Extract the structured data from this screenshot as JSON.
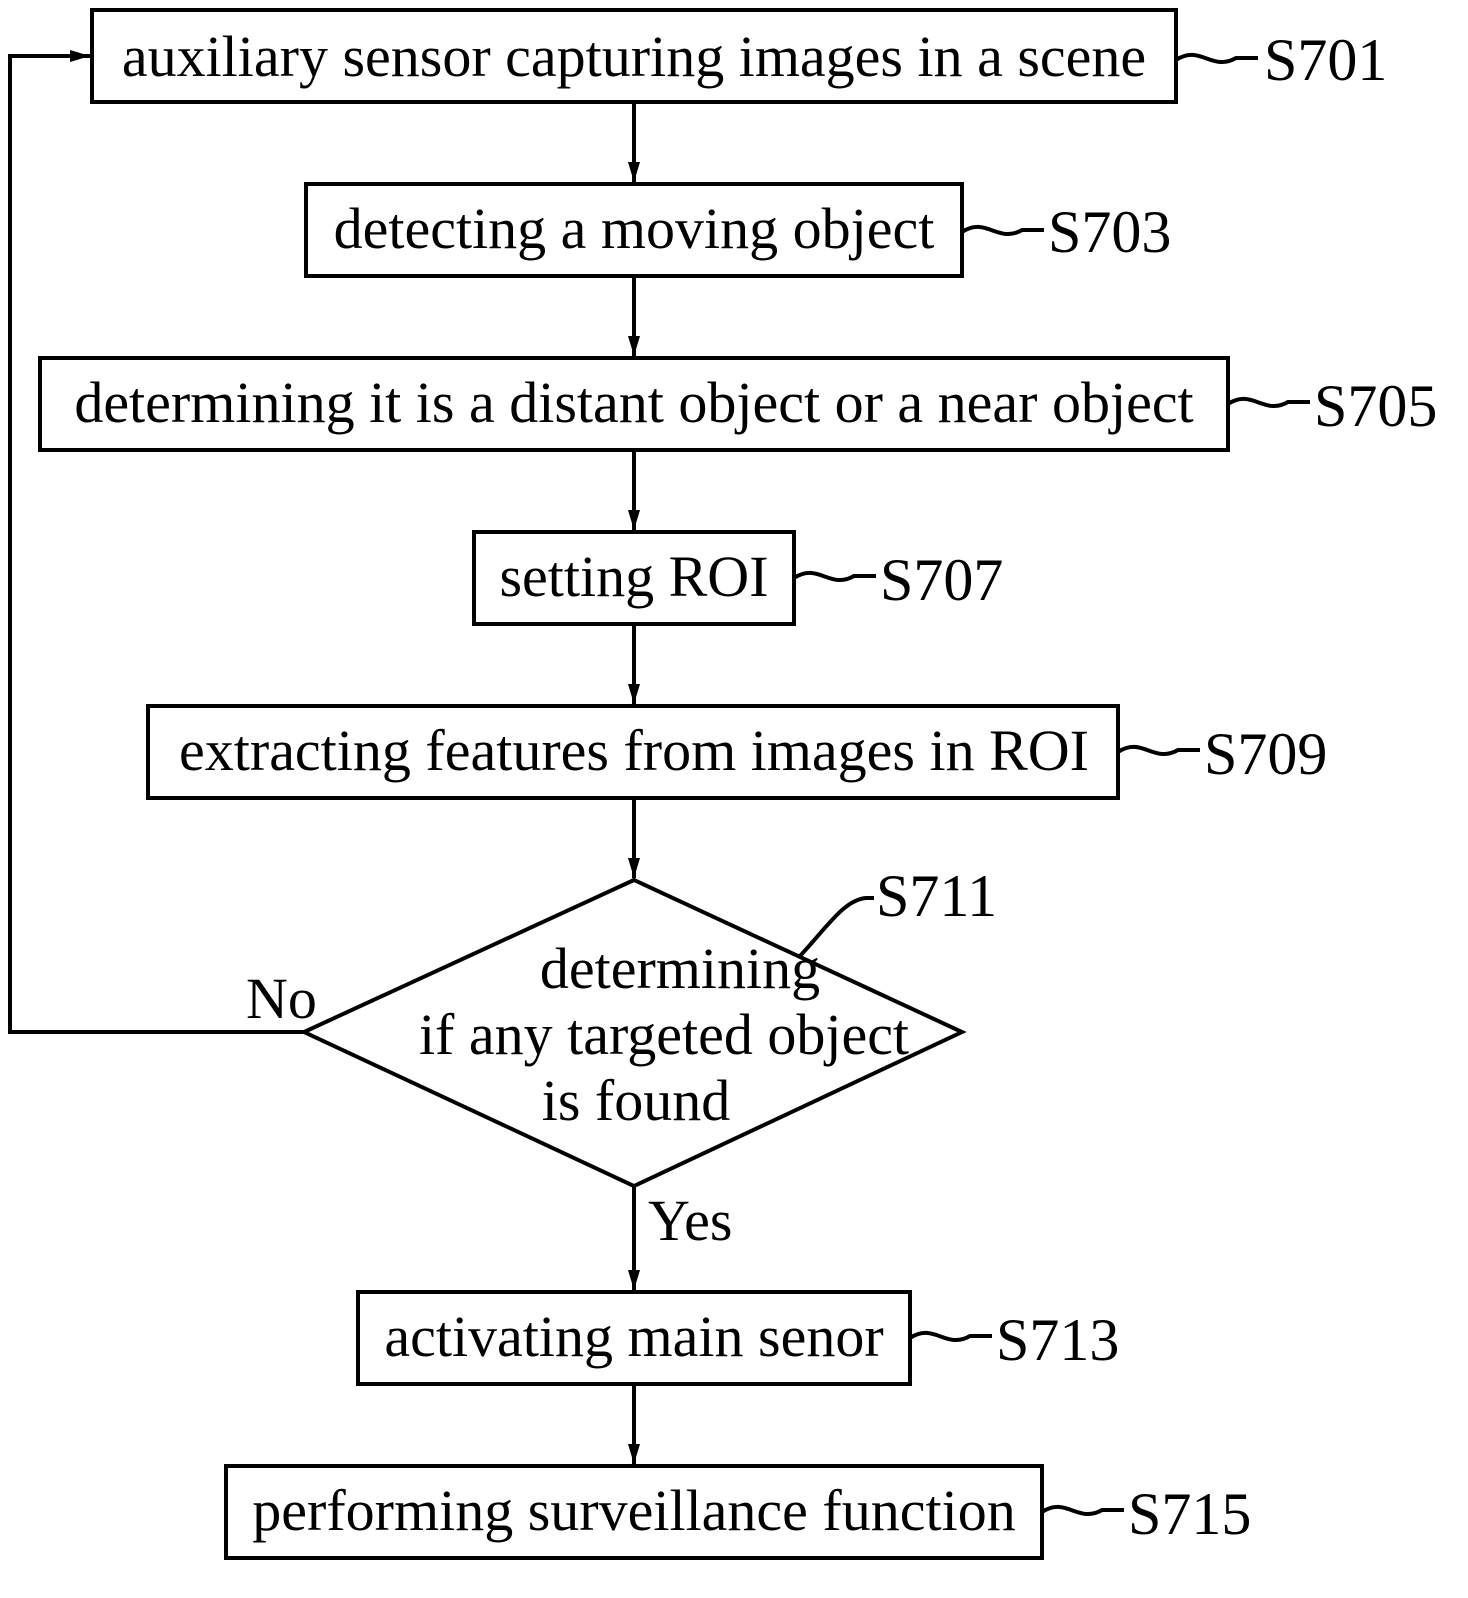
{
  "flowchart": {
    "steps": [
      {
        "id": "S701",
        "text": "auxiliary sensor capturing images in a scene"
      },
      {
        "id": "S703",
        "text": "detecting a moving object"
      },
      {
        "id": "S705",
        "text": "determining it is a distant object or a near object"
      },
      {
        "id": "S707",
        "text": "setting ROI"
      },
      {
        "id": "S709",
        "text": "extracting features from images in ROI"
      },
      {
        "id": "S711",
        "lines": [
          "determining",
          "if any targeted object",
          "is found"
        ]
      },
      {
        "id": "S713",
        "text": "activating main senor"
      },
      {
        "id": "S715",
        "text": "performing surveillance function"
      }
    ],
    "branches": {
      "no": "No",
      "yes": "Yes"
    }
  }
}
